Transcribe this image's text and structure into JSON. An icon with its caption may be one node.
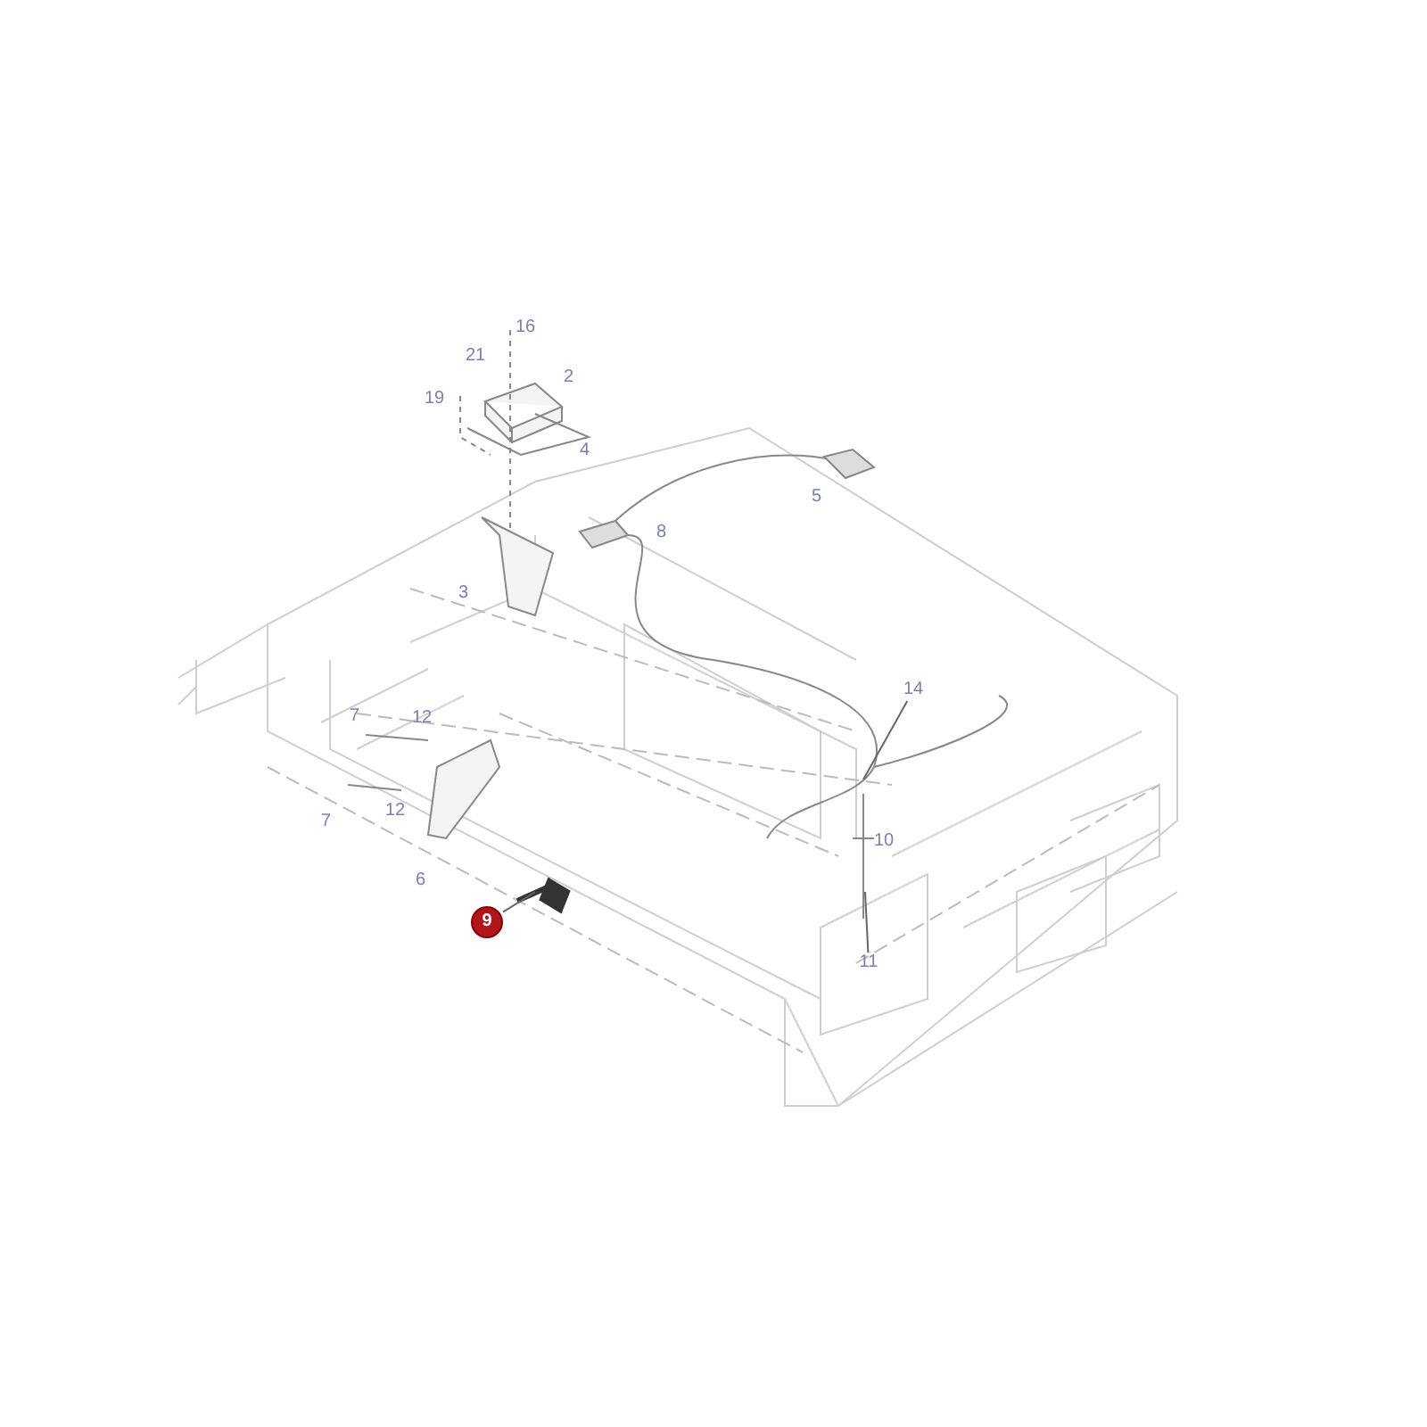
{
  "diagram": {
    "nodes": [
      {
        "text": [
          "14"
        ]
      },
      {
        "text": [
          "9"
        ]
      },
      {
        "text": [
          "11"
        ]
      }
    ],
    "edges": [
      {
        "from": 0,
        "to": null,
        "arrow": "none"
      },
      {
        "from": 1,
        "to": null,
        "arrow": "none"
      },
      {
        "from": 2,
        "to": null,
        "arrow": "none"
      }
    ],
    "labels": [
      "16",
      "21",
      "2",
      "19",
      "4",
      "5",
      "8",
      "3",
      "7",
      "12",
      "12",
      "7",
      "10",
      "6"
    ]
  }
}
